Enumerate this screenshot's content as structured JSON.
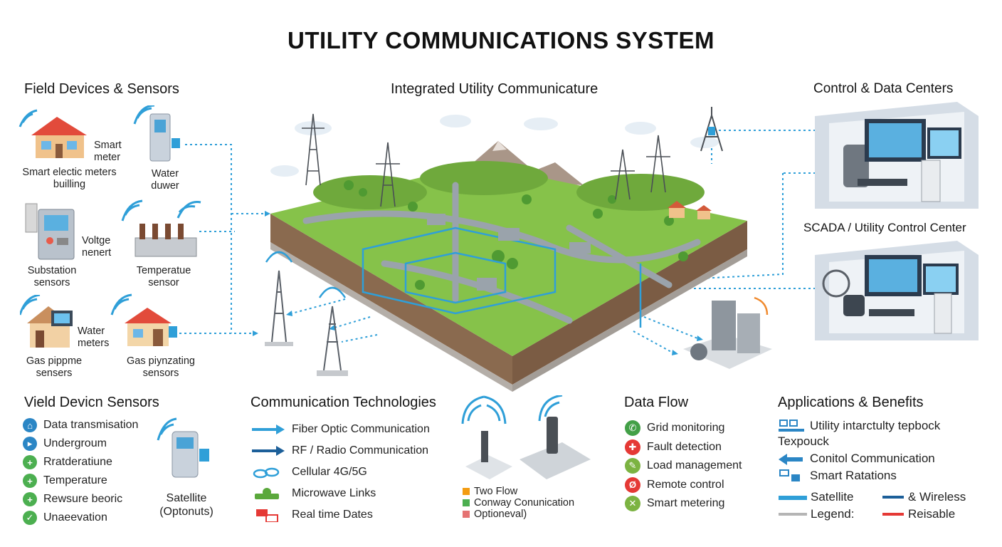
{
  "title": "UTILITY COMMUNICATIONS SYSTEM",
  "sections": {
    "field": "Field Devices & Sensors",
    "integrated": "Integrated Utility Communicature",
    "control": "Control & Data Centers",
    "scada": "SCADA / Utility Control Center"
  },
  "field_devices": {
    "smart_meter": [
      "Smart",
      "meter"
    ],
    "building": [
      "Smart electic meters",
      "builling"
    ],
    "water": [
      "Water",
      "duwer"
    ],
    "voltage": [
      "Voltge",
      "nenert"
    ],
    "substation": [
      "Substation",
      "sensors"
    ],
    "temperature": [
      "Temperatue",
      "sensor"
    ],
    "water_meters": [
      "Water",
      "meters"
    ],
    "gas_pipe": [
      "Gas pippme",
      "sensers"
    ],
    "gas_pig": [
      "Gas piynzating",
      "sensors"
    ]
  },
  "yield": {
    "title": "Vield Devicn Sensors",
    "items": [
      {
        "label": "Data transmisation",
        "color": "#2b86c5",
        "glyph": "⌂"
      },
      {
        "label": "Undergroum",
        "color": "#2b86c5",
        "glyph": "▸"
      },
      {
        "label": "Rratderatiune",
        "color": "#4caf50",
        "glyph": "+"
      },
      {
        "label": "Temperature",
        "color": "#4caf50",
        "glyph": "+"
      },
      {
        "label": "Rewsure beoric",
        "color": "#4caf50",
        "glyph": "+"
      },
      {
        "label": "Unaeevation",
        "color": "#4caf50",
        "glyph": "✓"
      }
    ],
    "satellite": [
      "Satellite",
      "(Optonuts)"
    ]
  },
  "tech": {
    "title": "Communication Technologies",
    "items": [
      {
        "label": "Fiber Optic Communication",
        "kind": "arrow-blue"
      },
      {
        "label": "RF / Radio Communication",
        "kind": "arrow-navy"
      },
      {
        "label": "Cellular 4G/5G",
        "kind": "cell"
      },
      {
        "label": "Microwave Links",
        "kind": "micro"
      },
      {
        "label": "Real time Dates",
        "kind": "rt"
      }
    ],
    "legend": [
      {
        "label": "Two Flow",
        "color": "#f39c12"
      },
      {
        "label": "Conway Conunication",
        "color": "#4caf50"
      },
      {
        "label": "Optioneval)",
        "color": "#e57373"
      }
    ]
  },
  "dataflow": {
    "title": "Data Flow",
    "items": [
      {
        "label": "Grid monitoring",
        "color": "#43a047",
        "glyph": "✆"
      },
      {
        "label": "Fault detection",
        "color": "#e53935",
        "glyph": "✚"
      },
      {
        "label": "Load management",
        "color": "#7cb342",
        "glyph": "✎"
      },
      {
        "label": "Remote control",
        "color": "#e53935",
        "glyph": "Ø"
      },
      {
        "label": "Smart metering",
        "color": "#7cb342",
        "glyph": "✕"
      }
    ]
  },
  "apps": {
    "title": "Applications & Benefits",
    "line1": "Utility intarctulty tepbock",
    "line1b": "Texpouck",
    "line2": "Conitol Communication",
    "line3": "Smart Ratations",
    "satellite": "Satellite",
    "wireless": "& Wireless",
    "legend": "Legend:",
    "reliable": "Reisable"
  },
  "colors": {
    "fiber": "#2f9fd8",
    "navy": "#1c5f99",
    "grass": "#86c24a",
    "soil": "#8a6a4f",
    "red": "#e53935",
    "gray": "#b5b5b5"
  }
}
